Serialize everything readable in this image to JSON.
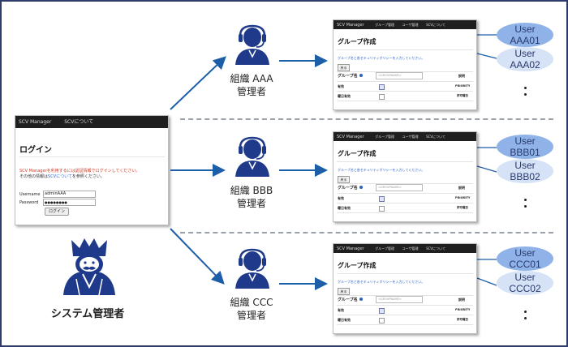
{
  "login_screen": {
    "nav_app": "SCV Manager",
    "nav_about": "SCVについて",
    "heading": "ログイン",
    "notice_line1": "SCV Managerを利用するには認証情報でログインしてください。",
    "notice_line2_a": "その他の情報は",
    "notice_line2_link": "SCVについて",
    "notice_line2_b": "を参照ください。",
    "username_label": "Username",
    "username_value": "adminAAA",
    "password_label": "Password",
    "password_value": "●●●●●●●●",
    "login_button": "ログイン"
  },
  "sysadmin_label": "システム管理者",
  "group_screen": {
    "nav_app": "SCV Manager",
    "nav_group": "グループ管理",
    "nav_user": "ユーザ管理",
    "nav_about": "SCVについて",
    "heading": "グループ作成",
    "description": "グループ名と各セキュリティポリシーを入力してください。",
    "back_button": "戻る",
    "group_name_label": "グループ名",
    "group_name_placeholder": "<GROUPNAME>",
    "col_header": "説明",
    "row1_label": "有効",
    "row1_right": "PRIORITY",
    "row2_label": "曜日有効",
    "row2_right": "許可曜日"
  },
  "groups": [
    {
      "manager_line1": "組織 AAA",
      "manager_line2": "管理者",
      "users": [
        {
          "line1": "User",
          "line2": "AAA01"
        },
        {
          "line1": "User",
          "line2": "AAA02"
        }
      ]
    },
    {
      "manager_line1": "組織 BBB",
      "manager_line2": "管理者",
      "users": [
        {
          "line1": "User",
          "line2": "BBB01"
        },
        {
          "line1": "User",
          "line2": "BBB02"
        }
      ]
    },
    {
      "manager_line1": "組織 CCC",
      "manager_line2": "管理者",
      "users": [
        {
          "line1": "User",
          "line2": "CCC01"
        },
        {
          "line1": "User",
          "line2": "CCC02"
        }
      ]
    }
  ],
  "colors": {
    "arrow": "#1d5ea8",
    "frame": "#2d3c6b",
    "person": "#1f3a8a",
    "user_dark": "#8fb3e8",
    "user_light": "#d6e2f6"
  }
}
